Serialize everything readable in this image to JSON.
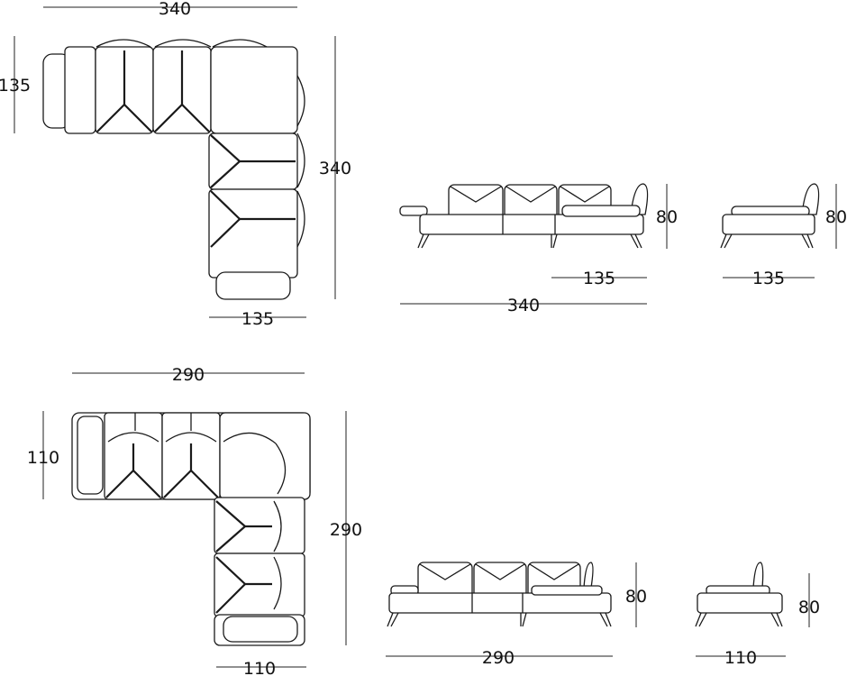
{
  "colors": {
    "line": "#1a1a1a",
    "background": "#ffffff"
  },
  "large": {
    "plan": {
      "width": "340",
      "depth": "340",
      "seat_depth": "135",
      "chaise_width": "135"
    },
    "front": {
      "width": "340",
      "height": "80",
      "chaise_depth": "135"
    },
    "side": {
      "height": "80",
      "depth": "135"
    }
  },
  "small": {
    "plan": {
      "width": "290",
      "depth": "290",
      "seat_depth": "110",
      "chaise_width": "110"
    },
    "front": {
      "width": "290",
      "height": "80"
    },
    "side": {
      "height": "80",
      "depth": "110"
    }
  }
}
